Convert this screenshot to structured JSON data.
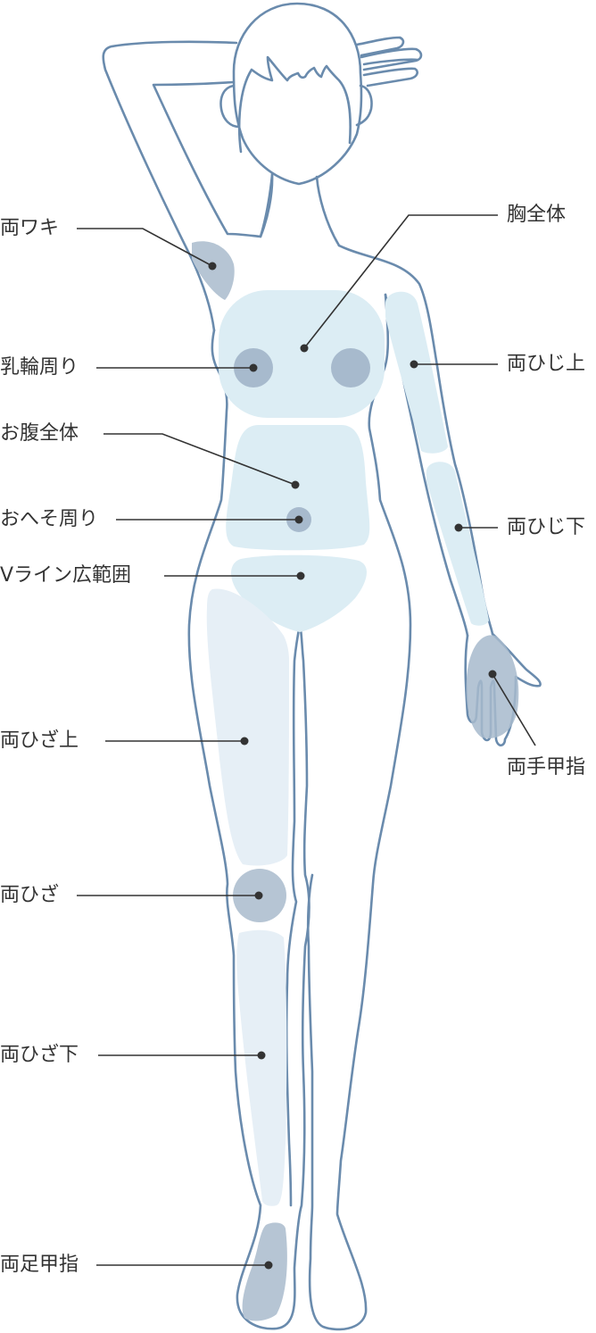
{
  "diagram": {
    "type": "body-zone-map",
    "colors": {
      "outline": "#6a8bad",
      "zone_light": "#dcedf4",
      "zone_pale": "#e6eff6",
      "zone_dark": "#a7bacd",
      "zone_medium": "#b6c5d4",
      "leader": "#333333",
      "text": "#333333"
    },
    "labels": {
      "armpits": "両ワキ",
      "whole_chest": "胸全体",
      "areola": "乳輪周り",
      "upper_arms": "両ひじ上",
      "whole_abdomen": "お腹全体",
      "lower_arms": "両ひじ下",
      "navel": "おへそ周り",
      "v_line": "Vライン広範囲",
      "hands_fingers": "両手甲指",
      "thighs": "両ひざ上",
      "knees": "両ひざ",
      "lower_legs": "両ひざ下",
      "feet_toes": "両足甲指"
    }
  }
}
